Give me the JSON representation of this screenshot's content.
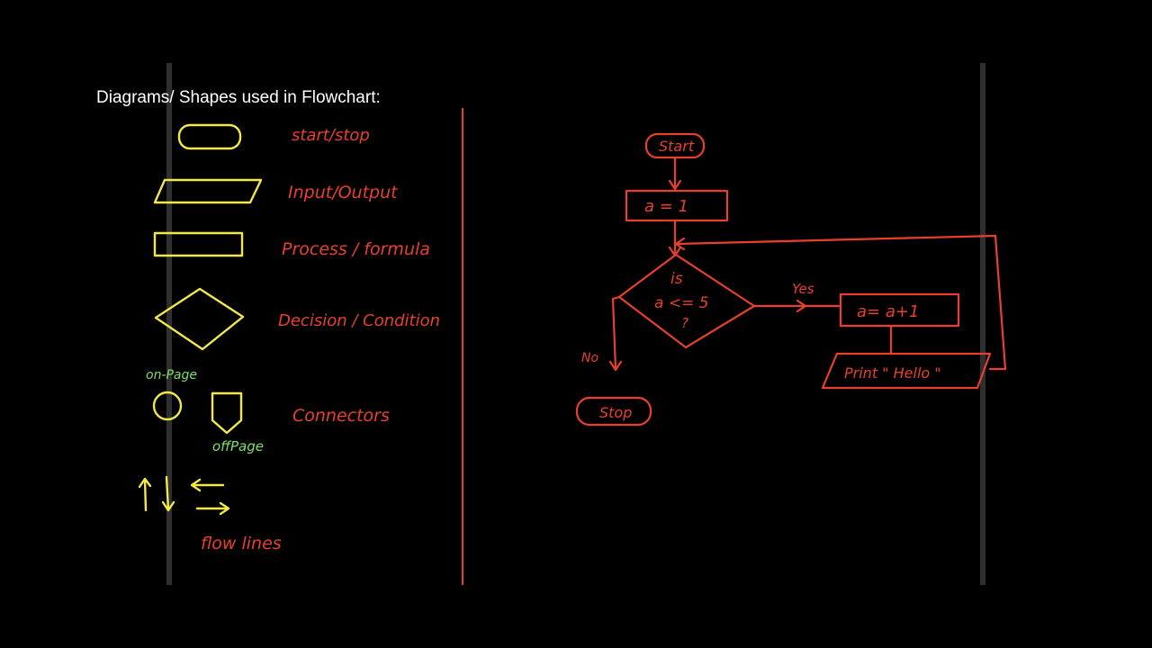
{
  "heading": "Diagrams/ Shapes used in Flowchart:",
  "legend": {
    "start_stop": "start/stop",
    "input_output": "Input/Output",
    "process": "Process / formula",
    "decision": "Decision / Condition",
    "on_page": "on-Page",
    "off_page": "offPage",
    "connectors": "Connectors",
    "flow_lines": "flow lines"
  },
  "flowchart": {
    "start": "Start",
    "init": "a = 1",
    "decision_line1": "is",
    "decision_line2": "a <= 5",
    "decision_line3": "?",
    "yes": "Yes",
    "no": "No",
    "increment": "a= a+1",
    "print": "Print \" Hello \"",
    "stop": "Stop"
  },
  "colors": {
    "background": "#000000",
    "yellow_shapes": "#f2e84a",
    "red_ink": "#e8402e",
    "green_ink": "#7ee06a",
    "title_text": "#ffffff"
  }
}
